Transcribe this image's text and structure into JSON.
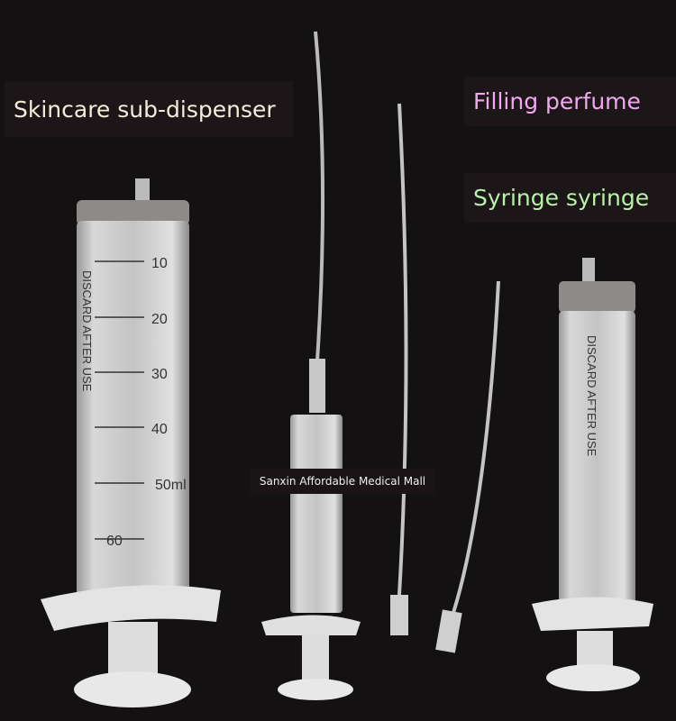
{
  "labels": {
    "skincare": "Skincare sub-dispenser",
    "filling": "Filling perfume",
    "syringe": "Syringe syringe"
  },
  "watermark": "Sanxin Affordable Medical Mall",
  "syringe_marks": {
    "discard": "DISCARD AFTER USE",
    "scale": [
      "10",
      "20",
      "30",
      "40",
      "50ml",
      "60"
    ]
  },
  "colors": {
    "background": "#141113",
    "filling_text": "#f2a8f0",
    "syringe_text": "#b8f2a8"
  }
}
